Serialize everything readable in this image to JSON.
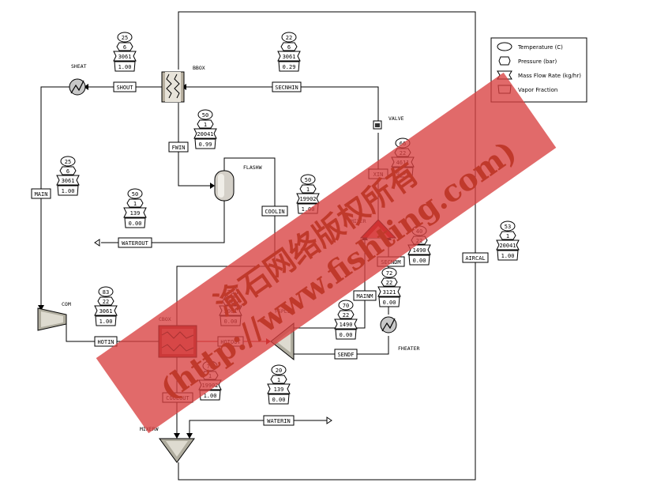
{
  "legend": {
    "temperature": "Temperature (C)",
    "pressure": "Pressure (bar)",
    "mass_flow": "Mass Flow Rate (kg/hr)",
    "vapor_fraction": "Vapor Fraction"
  },
  "blocks": {
    "sheat": "SHEAT",
    "bbox": "BBOX",
    "valve": "VALVE",
    "flashw": "FLASHW",
    "mixer": "MIXER",
    "com": "COM",
    "cbox": "CBOX",
    "fsplit": "FSPLIT",
    "fheater": "FHEATER",
    "aircal": "AIRCAL",
    "mixerw": "MIXERW"
  },
  "streams": {
    "shout": "SHOUT",
    "secnhin": "SECNHIN",
    "fwin": "FWIN",
    "main": "MAIN",
    "coolin": "COOLIN",
    "xin": "XIN",
    "waterout": "WATEROUT",
    "secndm": "SECNDM",
    "mainm": "MAINM",
    "aircal": "AIRCAL",
    "hotin": "HOTIN",
    "hotout": "HOTOUT",
    "sendf": "SENDF",
    "coolout": "COOLOUT",
    "waterin": "WATERIN"
  },
  "tags": {
    "shout": {
      "t": "25",
      "p": "6",
      "m": "3061",
      "v": "1.00"
    },
    "secnhin": {
      "t": "22",
      "p": "6",
      "m": "3061",
      "v": "0.29"
    },
    "fwin": {
      "t": "50",
      "p": "1",
      "m": "20041",
      "v": "0.99"
    },
    "main": {
      "t": "25",
      "p": "6",
      "m": "3061",
      "v": "1.00"
    },
    "coolin": {
      "t": "50",
      "p": "1",
      "m": "19902",
      "v": "1.00"
    },
    "waterout": {
      "t": "50",
      "p": "1",
      "m": "139",
      "v": "0.00"
    },
    "xin": {
      "t": "66",
      "p": "22",
      "m": "4611",
      "v": "0.00"
    },
    "aircal": {
      "t": "53",
      "p": "1",
      "m": "20041",
      "v": "1.00"
    },
    "secndm": {
      "t": "40",
      "p": "22",
      "m": "1490",
      "v": "0.00"
    },
    "mainm": {
      "t": "72",
      "p": "22",
      "m": "3121",
      "v": "0.00"
    },
    "hotin": {
      "t": "83",
      "p": "22",
      "m": "3061",
      "v": "1.00"
    },
    "hotout": {
      "t": "70",
      "p": "22",
      "m": "3061",
      "v": "0.00"
    },
    "sendf": {
      "t": "70",
      "p": "22",
      "m": "1490",
      "v": "0.00"
    },
    "coolout": {
      "t": "70",
      "p": "1",
      "m": "19902",
      "v": "1.00"
    },
    "waterin": {
      "t": "20",
      "p": "1",
      "m": "139",
      "v": "0.00"
    }
  },
  "watermark": {
    "line1": "渝石网络版权所有",
    "line2": "(http://www.fishting.com)"
  }
}
